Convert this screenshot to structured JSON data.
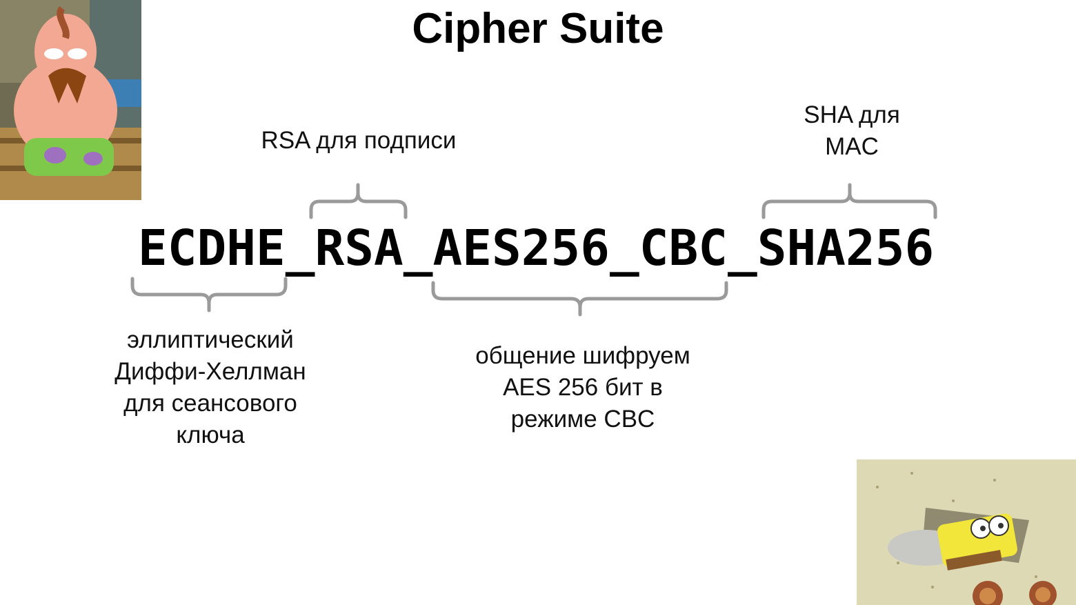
{
  "slide": {
    "title": "Cipher Suite",
    "suite_parts": [
      "ECDHE",
      "_",
      "RSA",
      "_",
      "AES256",
      "_",
      "CBC",
      "_",
      "SHA256"
    ],
    "annotations": {
      "rsa": [
        "RSA для подписи"
      ],
      "sha": [
        "SHA для",
        "MAC"
      ],
      "ecdhe": [
        "эллиптический",
        "Диффи-Хеллман",
        "для сеансового",
        "ключа"
      ],
      "aes": [
        "общение шифруем",
        "AES 256 бит в",
        "режиме CBC"
      ]
    }
  },
  "colors": {
    "brace": "#9a9a9a",
    "text": "#111111",
    "background": "#ffffff"
  },
  "images": {
    "top_left": "patrick-star-cartoon",
    "bottom_right": "spongebob-cartoon"
  }
}
